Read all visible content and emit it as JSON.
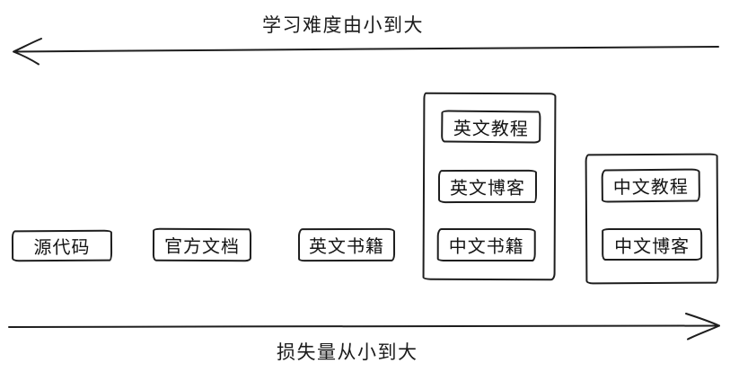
{
  "axes": {
    "top": {
      "label": "学习难度由小到大",
      "direction": "left"
    },
    "bottom": {
      "label": "损失量从小到大",
      "direction": "right"
    }
  },
  "boxes": [
    {
      "label": "源代码"
    },
    {
      "label": "官方文档"
    },
    {
      "label": "英文书籍"
    }
  ],
  "groups": [
    {
      "items": [
        {
          "label": "英文教程"
        },
        {
          "label": "英文博客"
        },
        {
          "label": "中文书籍"
        }
      ]
    },
    {
      "items": [
        {
          "label": "中文教程"
        },
        {
          "label": "中文博客"
        }
      ]
    }
  ],
  "colors": {
    "stroke": "#1e1e1e",
    "text": "#141414",
    "background": "#ffffff"
  }
}
